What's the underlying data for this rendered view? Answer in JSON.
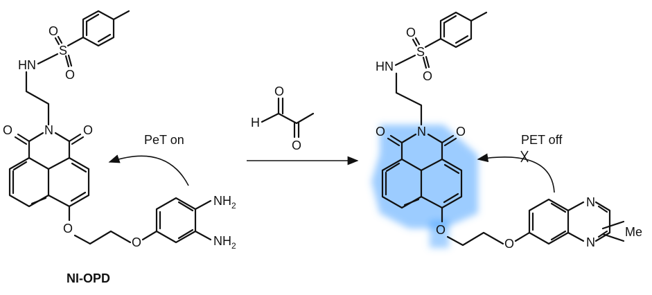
{
  "left_molecule": {
    "name": "NI-OPD",
    "atoms": {
      "hn": "HN",
      "s": "S",
      "o1": "O",
      "o2": "O",
      "n": "N",
      "o3": "O",
      "o4": "O",
      "o5": "O",
      "o6": "O",
      "nh": "NH",
      "nh2_sub": "2",
      "nh_b": "NH",
      "nh2_sub_b": "2"
    }
  },
  "right_molecule": {
    "atoms": {
      "hn": "HN",
      "s": "S",
      "o1": "O",
      "o2": "O",
      "n": "N",
      "o3": "O",
      "o4": "O",
      "o5": "O",
      "o6": "O",
      "n1": "N",
      "n2": "N",
      "me": "Me"
    }
  },
  "reagent": {
    "h": "H",
    "o_top": "O",
    "o_bottom": "O"
  },
  "labels": {
    "pet_on": "PeT on",
    "pet_off": "PET off"
  },
  "colors": {
    "glow": "#4aa3ff",
    "ink": "#111111"
  }
}
